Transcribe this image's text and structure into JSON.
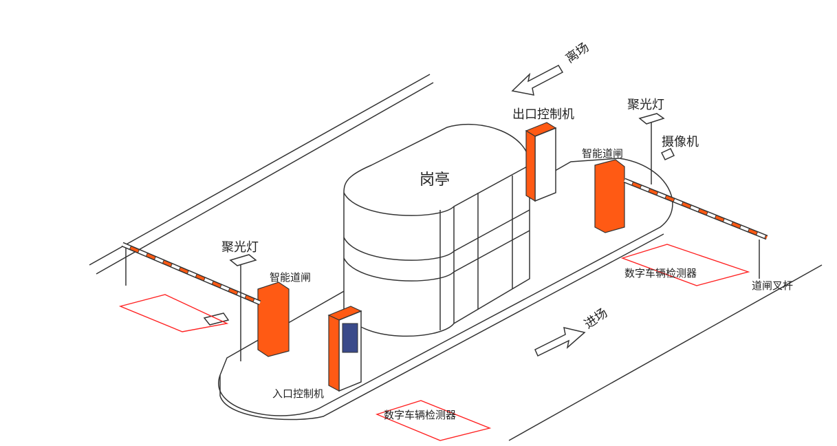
{
  "labels": {
    "exit_direction": "离场",
    "entry_direction": "进场",
    "booth": "岗亭",
    "exit_controller": "出口控制机",
    "entry_controller": "入口控制机",
    "spotlight_right": "聚光灯",
    "spotlight_left": "聚光灯",
    "camera": "摄像机",
    "smart_gate_right": "智能道闸",
    "smart_gate_left": "智能道闸",
    "vehicle_detector_right": "数字车辆检测器",
    "vehicle_detector_bottom": "数字车辆检测器",
    "gate_fork_rod": "道闸叉杆"
  },
  "colors": {
    "gate": "#ff5a14",
    "detector": "#ff2222"
  }
}
